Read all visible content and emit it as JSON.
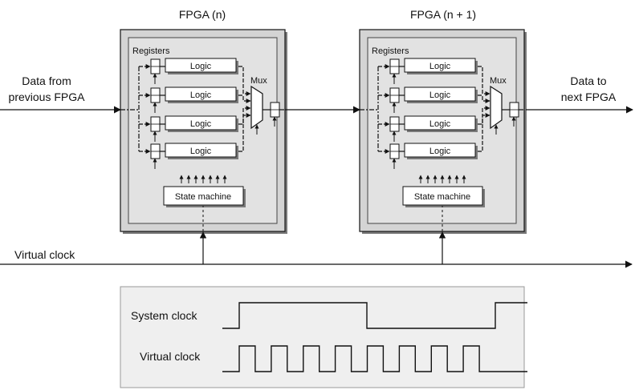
{
  "fpgas": [
    {
      "title": "FPGA (n)",
      "registers_label": "Registers",
      "logic_labels": [
        "Logic",
        "Logic",
        "Logic",
        "Logic"
      ],
      "mux_label": "Mux",
      "state_machine_label": "State machine"
    },
    {
      "title": "FPGA (n + 1)",
      "registers_label": "Registers",
      "logic_labels": [
        "Logic",
        "Logic",
        "Logic",
        "Logic"
      ],
      "mux_label": "Mux",
      "state_machine_label": "State machine"
    }
  ],
  "input_label": [
    "Data from",
    "previous FPGA"
  ],
  "output_label": [
    "Data to",
    "next FPGA"
  ],
  "virtual_clock_line_label": "Virtual clock",
  "timing": {
    "system_clock_label": "System clock",
    "virtual_clock_label": "Virtual clock",
    "system_clock_periods": 1,
    "virtual_clock_cycles_per_system_clock": 8
  },
  "colors": {
    "fpga_fill": "#d4d4d4",
    "panel_fill": "#efefef",
    "line": "#111111"
  }
}
